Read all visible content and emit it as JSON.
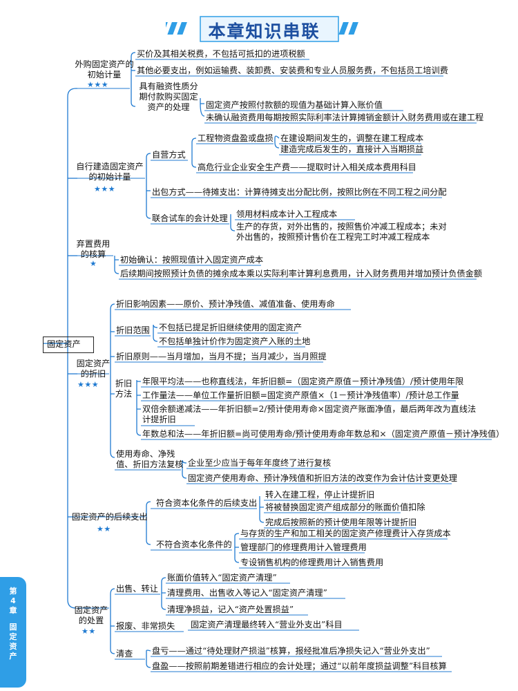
{
  "title": "本章知识串联",
  "side_tab": {
    "chapter_num": "第4章",
    "chapter_name": "固定资产"
  },
  "colors": {
    "line": "#1f7ad1",
    "accent": "#1d4fa0",
    "highlight": "#8cc9f5",
    "tab": "#2f9ee6"
  },
  "root": "固定资产",
  "sec1": {
    "label": "外购固定资产的初始计量",
    "stars": "★★★",
    "l1": "买价及其相关税费，不包括可抵扣的进项税额",
    "l2": "其他必要支出，例如运输费、装卸费、安装费和专业人员服务费，不包括员工培训费",
    "l3": "具有融资性质分期付款购买固定资产的处理",
    "l3a": "固定资产按照付款额的现值为基础计算入账价值",
    "l3b": "未确认融资费用每期按照实际利率法计算摊销金额计入财务费用或在建工程"
  },
  "sec2": {
    "label": "自行建造固定资产的初始计量",
    "stars": "★★★",
    "self": "自营方式",
    "loss": "工程物资盘盈或盘损",
    "loss_a": "在建设期间发生的，调整在建工程成本",
    "loss_b": "建造完成后发生的，直接计入当期损益",
    "safety": "高危行业企业安全生产费——提取时计入相关成本费用科目",
    "outsource": "出包方式——待摊支出：计算待摊支出分配比例，按照比例在不同工程之间分配",
    "trial": "联合试车的会计处理",
    "trial_a": "领用材料成本计入工程成本",
    "trial_b": "生产的存货，对外出售的，按照售价冲减工程成本；未对外出售的，按照预计售价在工程完工时冲减工程成本"
  },
  "sec3": {
    "label": "弃置费用的核算",
    "stars": "★",
    "a": "初始确认：按照现值计入固定资产成本",
    "b": "后续期间按照预计负债的摊余成本乘以实际利率计算利息费用，计入财务费用并增加预计负债金额"
  },
  "sec4": {
    "label": "固定资产的折旧",
    "stars": "★★★",
    "factors": "折旧影响因素——原价、预计净残值、减值准备、使用寿命",
    "scope": "折旧范围",
    "scope_a": "不包括已提足折旧继续使用的固定资产",
    "scope_b": "不包括单独计价作为固定资产入账的土地",
    "principle": "折旧原则——当月增加，当月不提；当月减少，当月照提",
    "method": "折旧方法",
    "m1": "年限平均法——也称直线法，年折旧额=（固定资产原值－预计净残值）/预计使用年限",
    "m2": "工作量法——单位工作量折旧额=固定资产原值×（1－预计净残值率）/预计总工作量",
    "m3": "双倍余额递减法——年折旧额=2/预计使用寿命×固定资产账面净值，最后两年改为直线法计提折旧",
    "m4": "年数总和法——年折旧额=尚可使用寿命/预计使用寿命年数总和×（固定资产原值－预计净残值）",
    "review": "使用寿命、净残值、折旧方法复核",
    "review_a": "企业至少应当于每年年度终了进行复核",
    "review_b": "固定资产使用寿命、预计净残值和折旧方法的改变作为会计估计变更处理"
  },
  "sec5": {
    "label": "固定资产的后续支出",
    "stars": "★★",
    "cap": "符合资本化条件的后续支出",
    "cap_a": "转入在建工程，停止计提折旧",
    "cap_b": "将被替换固定资产组成部分的账面价值扣除",
    "cap_c": "完成后按照新的预计使用年限等计提折旧",
    "noncap": "不符合资本化条件的",
    "noncap_a": "与存货的生产和加工相关的固定资产修理费计入存货成本",
    "noncap_b": "管理部门的修理费用计入管理费用",
    "noncap_c": "专设销售机构的修理费用计入销售费用"
  },
  "sec6": {
    "label": "固定资产的处置",
    "stars": "★★",
    "sale": "出售、转让",
    "sale_a": "账面价值转入“固定资产清理”",
    "sale_b": "清理费用、出售收入等记入“固定资产清理”",
    "sale_c": "清理净损益，记入“资产处置损益”",
    "scrap": "报废、非常损失",
    "scrap_a": "固定资产清理最终转入“营业外支出”科目",
    "count": "清查",
    "count_a": "盘亏——通过“待处理财产损溢”核算，报经批准后净损失记入“营业外支出”",
    "count_b": "盘盈——按照前期差错进行相应的会计处理；通过“以前年度损益调整”科目核算"
  }
}
